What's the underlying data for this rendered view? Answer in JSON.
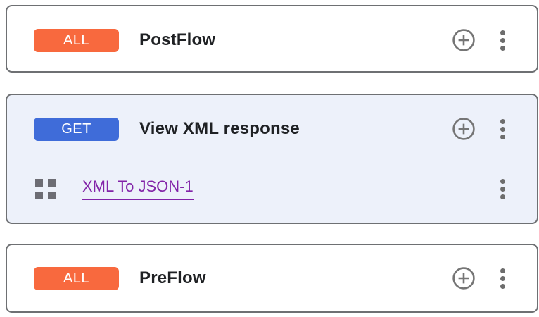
{
  "colors": {
    "all_badge": "#F8693E",
    "get_badge": "#3F6CD9",
    "policy_link": "#8223A8",
    "card_border": "#6E7073",
    "selected_card_bg": "#EDF1FA",
    "icon_gray": "#757575",
    "title_text": "#1F2124"
  },
  "icons": {
    "add": "plus-circle-icon",
    "more": "kebab-menu-icon",
    "policy": "grid-icon"
  },
  "cards": [
    {
      "id": "postflow",
      "method": "ALL",
      "title": "PostFlow"
    },
    {
      "id": "view-xml-response",
      "method": "GET",
      "title": "View XML response",
      "policies": [
        {
          "label": "XML To JSON-1"
        }
      ]
    },
    {
      "id": "preflow",
      "method": "ALL",
      "title": "PreFlow"
    }
  ]
}
